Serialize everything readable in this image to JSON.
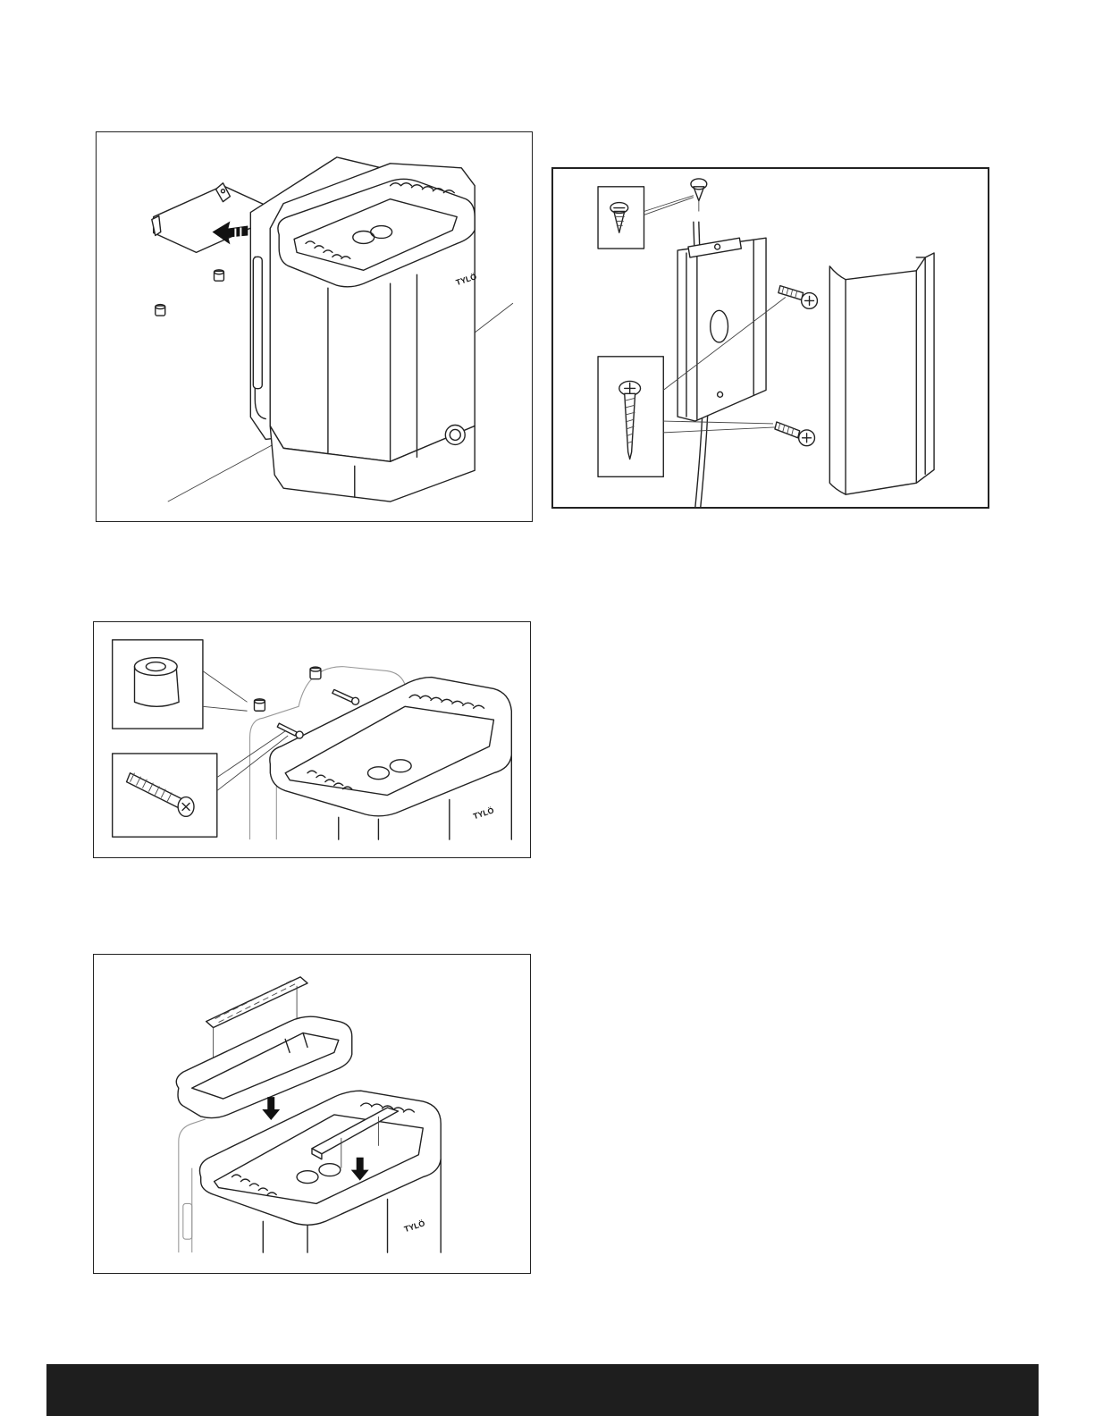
{
  "figures": [
    {
      "id": "heater-bracket",
      "logo": "TYLÖ"
    },
    {
      "id": "cover-screws"
    },
    {
      "id": "feet-screws",
      "logo": "TYLÖ"
    },
    {
      "id": "stone-grate",
      "logo": "TYLÖ"
    }
  ],
  "footer": {
    "text": "",
    "background": "#1e1e1e"
  }
}
